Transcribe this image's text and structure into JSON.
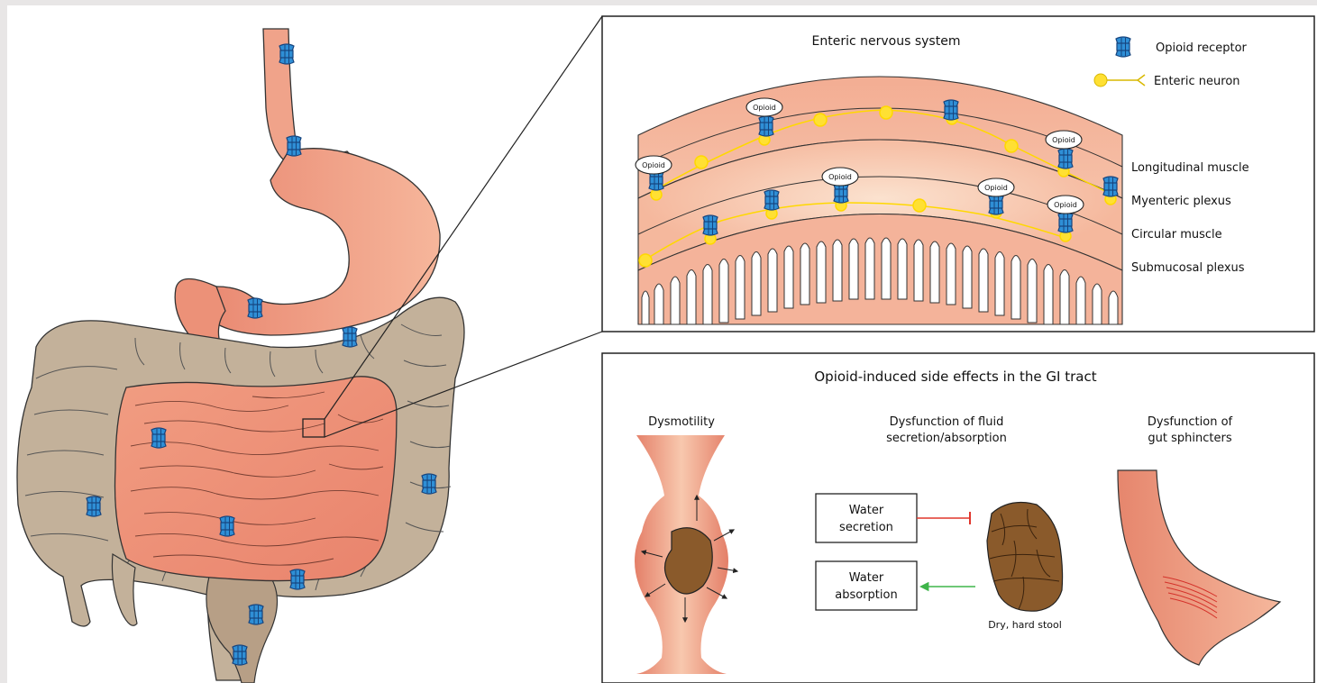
{
  "colors": {
    "tissue_light": "#f7c2aa",
    "tissue": "#f0a58a",
    "tissue_dark": "#e0796a",
    "colon": "#c3b19a",
    "colon_dark": "#9c8a76",
    "receptor": "#2f8fd6",
    "receptor_dark": "#1a4d8c",
    "neuron": "#ffe033",
    "stool": "#8a5a2b",
    "inhibit_arrow": "#e0362c",
    "absorb_arrow": "#3fb54a",
    "outline": "#2b2b2b"
  },
  "enteric_panel": {
    "title": "Enteric nervous system",
    "legend": {
      "receptor_label": "Opioid receptor",
      "neuron_label": "Enteric neuron",
      "receptor_icon": "opioid-receptor-icon",
      "neuron_icon": "enteric-neuron-icon"
    },
    "opioid_tag": "Opioid",
    "layers": [
      "Longitudinal muscle",
      "Myenteric plexus",
      "Circular muscle",
      "Submucosal plexus"
    ]
  },
  "side_effects_panel": {
    "title": "Opioid-induced side effects in the GI tract",
    "columns": {
      "dysmotility": "Dysmotility",
      "fluid_line1": "Dysfunction of fluid",
      "fluid_line2": "secretion/absorption",
      "sphincter_line1": "Dysfunction of",
      "sphincter_line2": "gut sphincters"
    },
    "water_secretion_line1": "Water",
    "water_secretion_line2": "secretion",
    "water_absorption_line1": "Water",
    "water_absorption_line2": "absorption",
    "stool_label": "Dry, hard stool"
  }
}
